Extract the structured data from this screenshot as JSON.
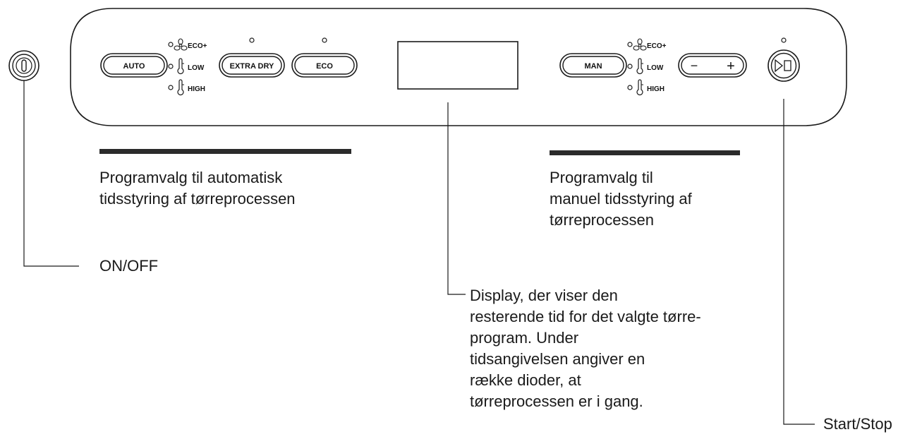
{
  "panel": {
    "auto_group": {
      "auto_button": "AUTO",
      "indicators": [
        "ECO+",
        "LOW",
        "HIGH"
      ],
      "extra_dry_button": "EXTRA DRY",
      "eco_button": "ECO"
    },
    "manual_group": {
      "man_button": "MAN",
      "indicators": [
        "ECO+",
        "LOW",
        "HIGH"
      ],
      "minus_symbol": "−",
      "plus_symbol": "+"
    }
  },
  "callouts": {
    "auto_program": [
      "Programvalg til automatisk",
      "tidsstyring af tørreprocessen"
    ],
    "manual_program": [
      "Programvalg til",
      "manuel tidsstyring af",
      "tørreprocessen"
    ],
    "on_off": "ON/OFF",
    "display": [
      "Display, der viser den",
      "resterende tid for det valgte tørre-",
      "program. Under",
      "tidsangivelsen angiver en",
      "række dioder, at",
      "tørreprocessen er i gang."
    ],
    "start_stop": "Start/Stop"
  },
  "colors": {
    "line": "#1a1a1a",
    "bar": "#2b2b2b"
  }
}
